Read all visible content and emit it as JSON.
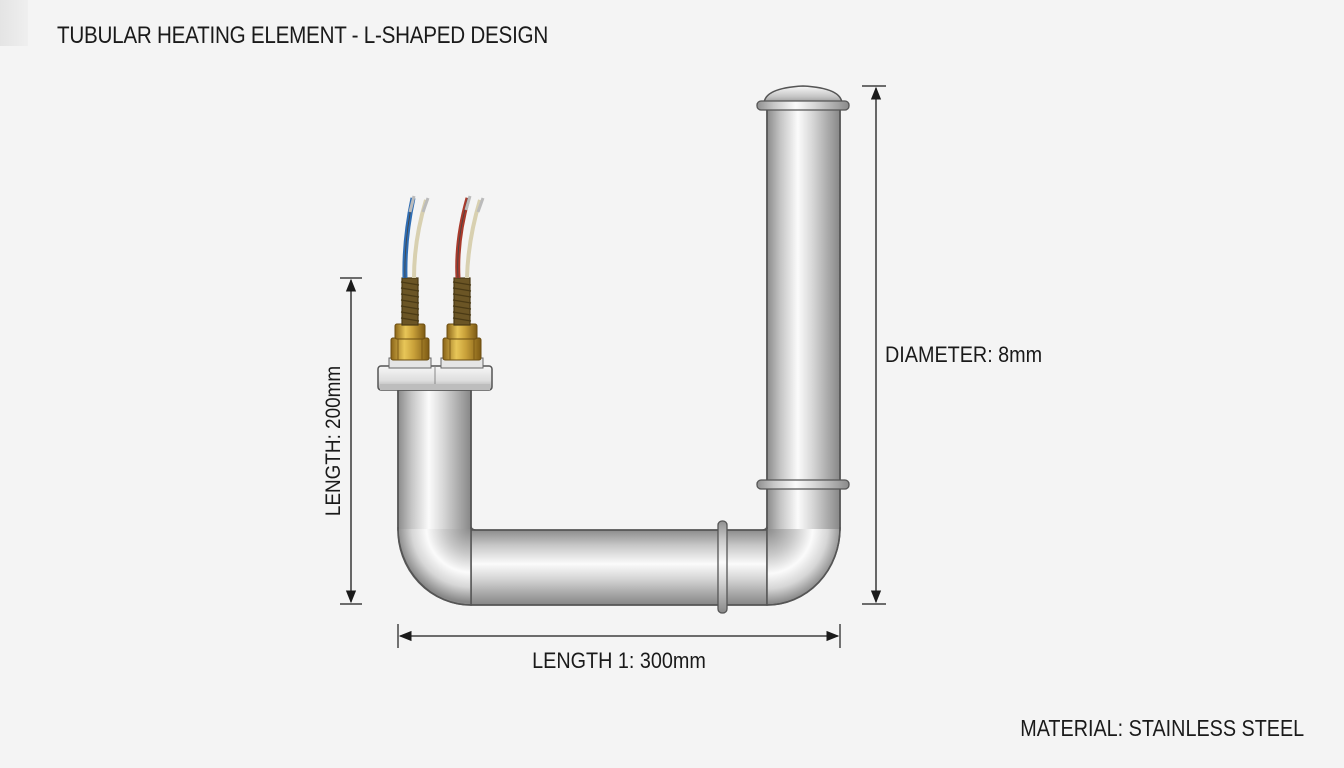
{
  "title": "TUBULAR HEATING ELEMENT - L-SHAPED DESIGN",
  "material_label": "MATERIAL: STAINLESS STEEL",
  "dimensions": {
    "length_vertical": "LENGTH: 200mm",
    "length_horizontal": "LENGTH 1: 300mm",
    "diameter": "DIAMETER: 8mm"
  },
  "colors": {
    "background": "#f4f4f4",
    "tube_highlight": "#fafafa",
    "tube_mid": "#c9c9c9",
    "tube_shadow": "#8a8a8a",
    "brass": "#c9a13a",
    "wire_blue": "#2f6db3",
    "wire_red": "#a83a2c",
    "line": "#1a1a1a"
  }
}
